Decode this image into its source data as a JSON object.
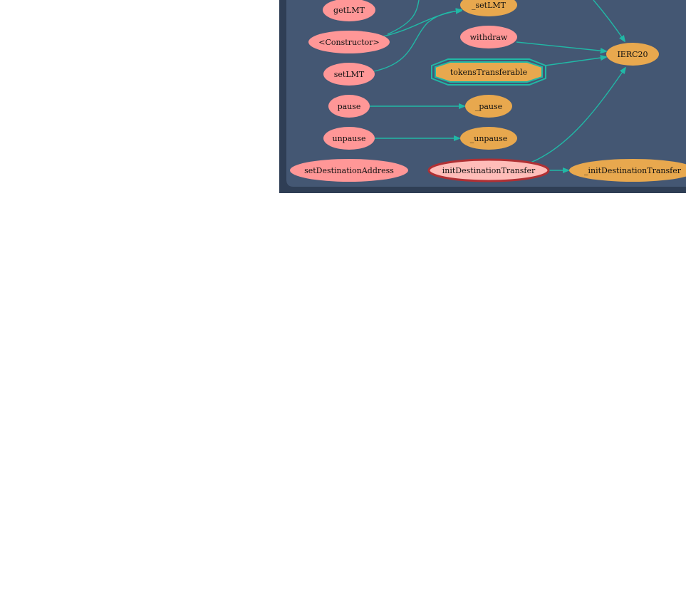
{
  "colors": {
    "outer_background": "#2f3e55",
    "cluster_fill": "#445773",
    "public_function": "#ff9797",
    "internal_function": "#e8a84e",
    "selected_fill": "#ffbdb9",
    "selected_stroke": "#b03034",
    "modifier_stroke": "#21b8a6",
    "edge": "#21b8a6"
  },
  "nodes": {
    "getLMT": "getLMT",
    "constructor": "<Constructor>",
    "setLMT": "setLMT",
    "pause": "pause",
    "unpause": "unpause",
    "setDestinationAddress": "setDestinationAddress",
    "_setLMT": "_setLMT",
    "withdraw": "withdraw",
    "tokensTransferable": "tokensTransferable",
    "_pause": "_pause",
    "_unpause": "_unpause",
    "initDestinationTransfer": "initDestinationTransfer",
    "IERC20": "IERC20",
    "_initDestinationTransfer": "_initDestinationTransfer"
  }
}
